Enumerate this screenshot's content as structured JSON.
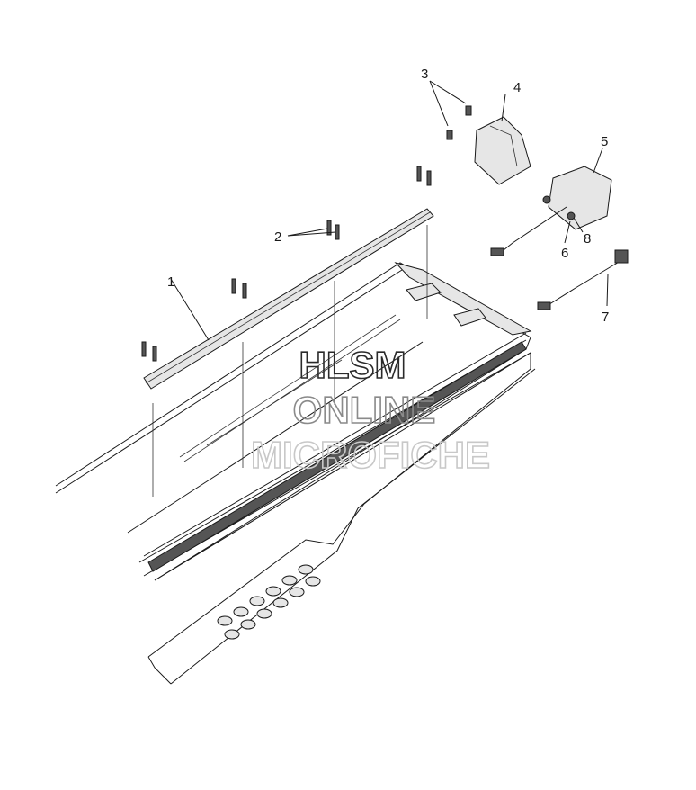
{
  "callouts": [
    {
      "id": "1",
      "label": "1"
    },
    {
      "id": "2",
      "label": "2"
    },
    {
      "id": "3",
      "label": "3"
    },
    {
      "id": "4",
      "label": "4"
    },
    {
      "id": "5",
      "label": "5"
    },
    {
      "id": "6",
      "label": "6"
    },
    {
      "id": "7",
      "label": "7"
    },
    {
      "id": "8",
      "label": "8"
    }
  ],
  "watermark": {
    "line1": "HLSM",
    "line2": "ONLINE",
    "line3": "MICROFICHE",
    "color_line1": "#2a2a2a",
    "color_line2": "#8a8a8a",
    "color_line3": "#c8c8c8"
  }
}
